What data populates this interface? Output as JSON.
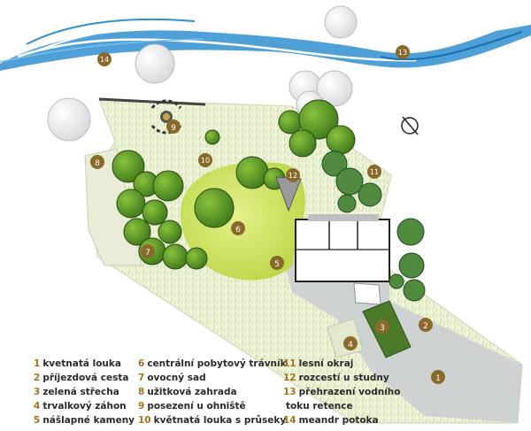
{
  "markers": [
    {
      "num": "1"
    },
    {
      "num": "2"
    },
    {
      "num": "3"
    },
    {
      "num": "4"
    },
    {
      "num": "5"
    },
    {
      "num": "6"
    },
    {
      "num": "7"
    },
    {
      "num": "8"
    },
    {
      "num": "9"
    },
    {
      "num": "10"
    },
    {
      "num": "11"
    },
    {
      "num": "12"
    },
    {
      "num": "13"
    },
    {
      "num": "14"
    }
  ],
  "legend": {
    "col1": [
      {
        "num": "1",
        "label": "kvetnatá louka"
      },
      {
        "num": "2",
        "label": "příjezdová cesta"
      },
      {
        "num": "3",
        "label": "zelená střecha"
      },
      {
        "num": "4",
        "label": "trvalkový záhon"
      },
      {
        "num": "5",
        "label": "nášlapné kameny"
      }
    ],
    "col2": [
      {
        "num": "6",
        "label": "centrální pobytový trávník"
      },
      {
        "num": "7",
        "label": "ovocný sad"
      },
      {
        "num": "8",
        "label": "užitková zahrada"
      },
      {
        "num": "9",
        "label": "posezení u ohniště"
      },
      {
        "num": "10",
        "label": "květnatá louka s průseky"
      }
    ],
    "col3": [
      {
        "num": "11",
        "label": "lesní okraj"
      },
      {
        "num": "12",
        "label": "rozcestí u studny"
      },
      {
        "num": "13",
        "label": "přehrazení vodního"
      },
      {
        "num": "",
        "label": "toku retence"
      },
      {
        "num": "14",
        "label": "meandr potoka"
      }
    ]
  },
  "colors": {
    "marker": "#8a6a2a",
    "legend_number": "#a8731d",
    "stream": "#2f8fd0",
    "lawn": "#cde25a",
    "meadow": "#e8efc9",
    "green_roof": "#4a7a2a",
    "paving": "#c9ccd2"
  },
  "icons": [
    "north-arrow-icon"
  ]
}
